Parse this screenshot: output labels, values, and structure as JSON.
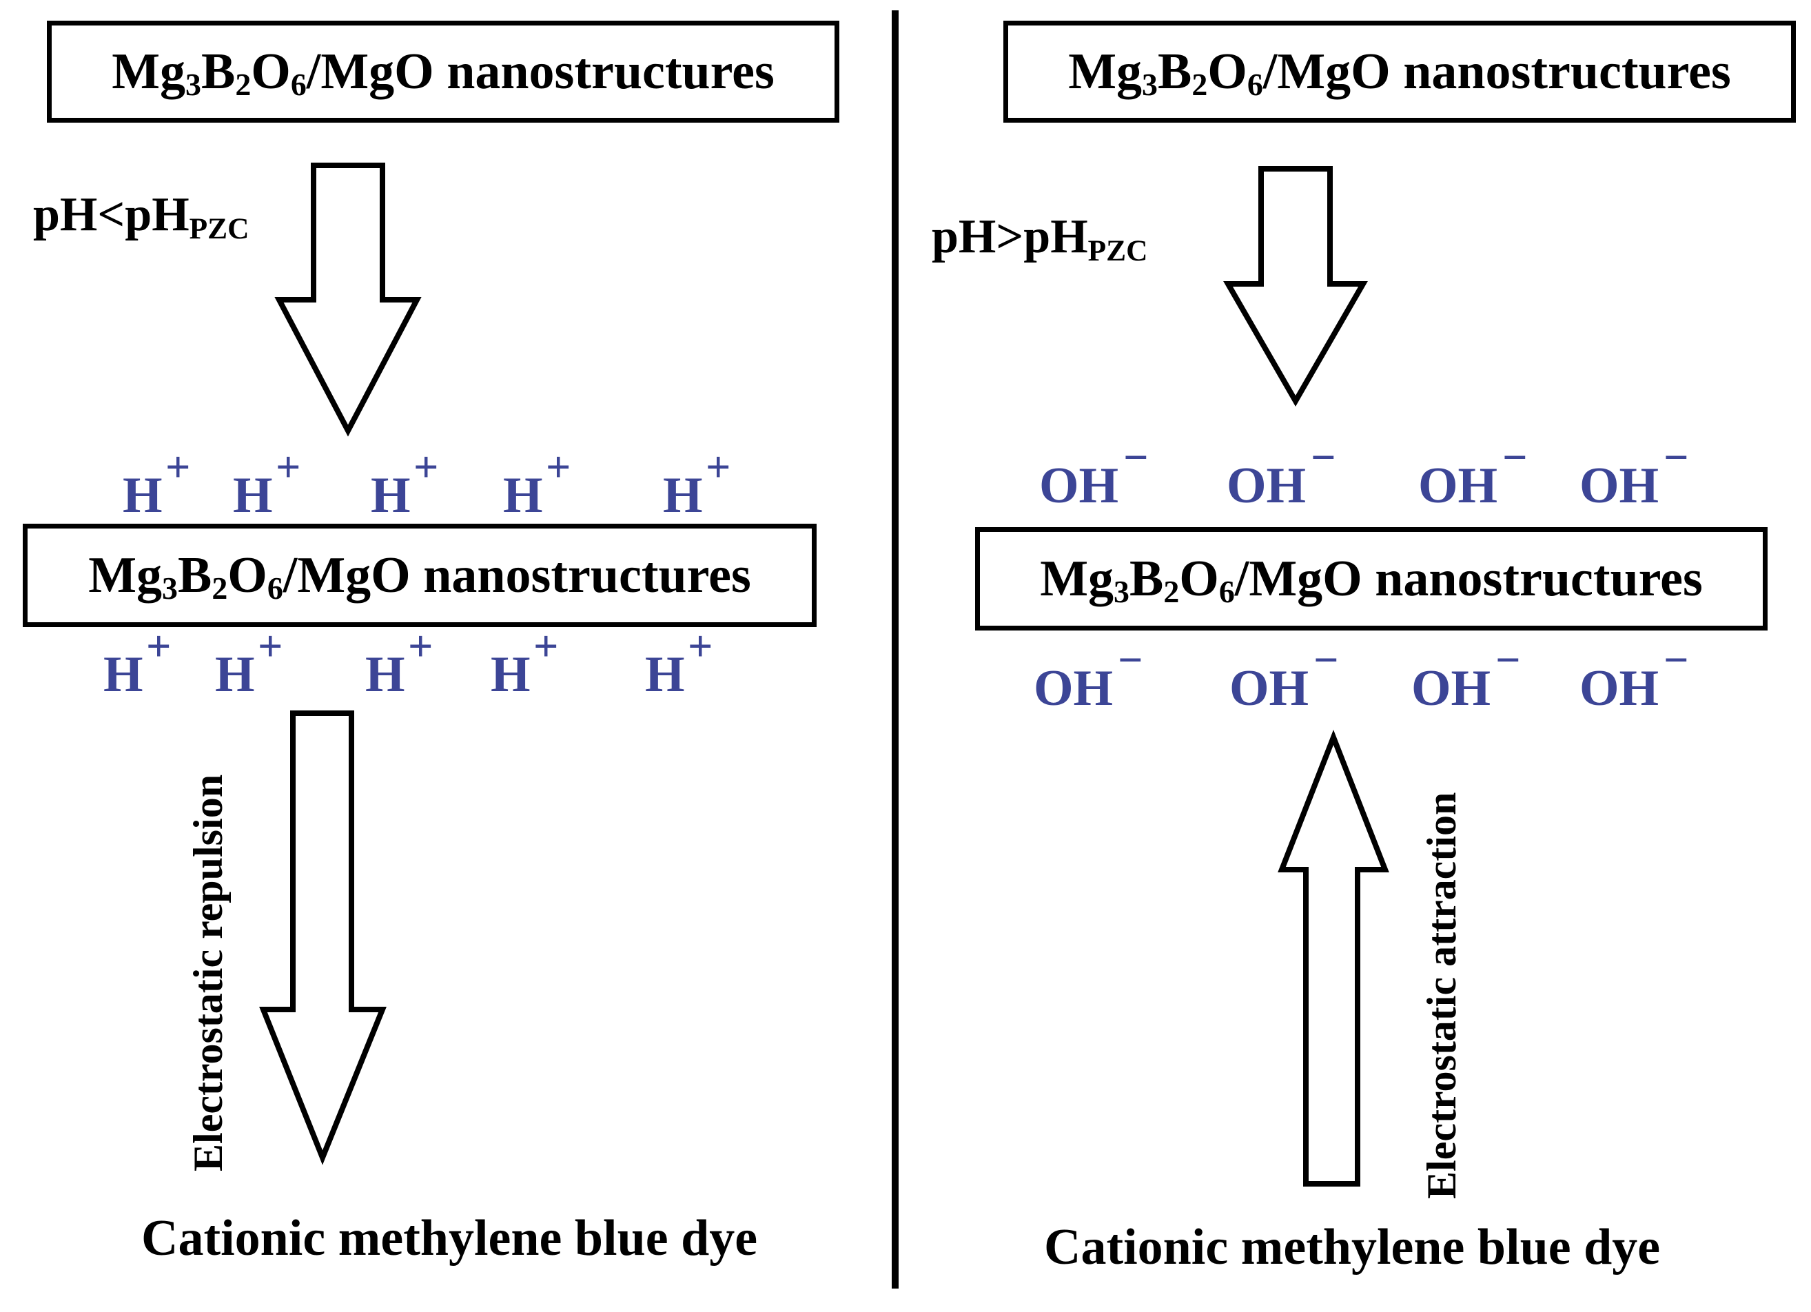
{
  "colors": {
    "ion": "#3c4596",
    "text": "#000000",
    "line": "#000000"
  },
  "left": {
    "top_box": {
      "parts": [
        "Mg",
        "3",
        "B",
        "2",
        "O",
        "6",
        "/MgO nanostructures"
      ]
    },
    "ph_condition": {
      "main": "pH<pH",
      "sub": "PZC"
    },
    "mid_box": {
      "parts": [
        "Mg",
        "3",
        "B",
        "2",
        "O",
        "6",
        "/MgO nanostructures"
      ]
    },
    "ions_above": [
      {
        "base": "H",
        "charge": "+"
      },
      {
        "base": "H",
        "charge": "+"
      },
      {
        "base": "H",
        "charge": "+"
      },
      {
        "base": "H",
        "charge": "+"
      },
      {
        "base": "H",
        "charge": "+"
      }
    ],
    "ions_below": [
      {
        "base": "H",
        "charge": "+"
      },
      {
        "base": "H",
        "charge": "+"
      },
      {
        "base": "H",
        "charge": "+"
      },
      {
        "base": "H",
        "charge": "+"
      },
      {
        "base": "H",
        "charge": "+"
      }
    ],
    "interaction_label": "Electrostatic repulsion",
    "dye_label": "Cationic methylene blue dye"
  },
  "right": {
    "top_box": {
      "parts": [
        "Mg",
        "3",
        "B",
        "2",
        "O",
        "6",
        "/MgO nanostructures"
      ]
    },
    "ph_condition": {
      "main": "pH>pH",
      "sub": "PZC"
    },
    "mid_box": {
      "parts": [
        "Mg",
        "3",
        "B",
        "2",
        "O",
        "6",
        "/MgO nanostructures"
      ]
    },
    "ions_above": [
      {
        "base": "OH",
        "charge": "−"
      },
      {
        "base": "OH",
        "charge": "−"
      },
      {
        "base": "OH",
        "charge": "−"
      },
      {
        "base": "OH",
        "charge": "−"
      }
    ],
    "ions_below": [
      {
        "base": "OH",
        "charge": "−"
      },
      {
        "base": "OH",
        "charge": "−"
      },
      {
        "base": "OH",
        "charge": "−"
      },
      {
        "base": "OH",
        "charge": "−"
      }
    ],
    "interaction_label": "Electrostatic attraction",
    "dye_label": "Cationic methylene blue dye"
  }
}
